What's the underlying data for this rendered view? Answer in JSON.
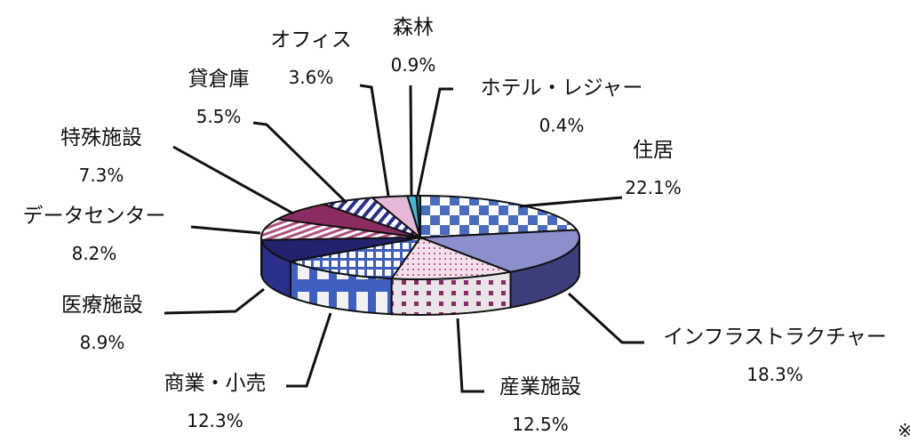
{
  "chart_data": {
    "type": "pie",
    "style": "3d",
    "title": "",
    "slices": [
      {
        "label": "住居",
        "value": 22.1,
        "display": "22.1%",
        "color": "#4a6cc0"
      },
      {
        "label": "インフラストラクチャー",
        "value": 18.3,
        "display": "18.3%",
        "color": "#8b8fcc"
      },
      {
        "label": "産業施設",
        "value": 12.5,
        "display": "12.5%",
        "color": "#a04070"
      },
      {
        "label": "商業・小売",
        "value": 12.3,
        "display": "12.3%",
        "color": "#3f5fc0"
      },
      {
        "label": "医療施設",
        "value": 8.9,
        "display": "8.9%",
        "color": "#22226e"
      },
      {
        "label": "データセンター",
        "value": 8.2,
        "display": "8.2%",
        "color": "#b05080"
      },
      {
        "label": "特殊施設",
        "value": 7.3,
        "display": "7.3%",
        "color": "#8a2c60"
      },
      {
        "label": "貸倉庫",
        "value": 5.5,
        "display": "5.5%",
        "color": "#2a2f8a"
      },
      {
        "label": "オフィス",
        "value": 3.6,
        "display": "3.6%",
        "color": "#e6b8d8"
      },
      {
        "label": "森林",
        "value": 0.9,
        "display": "0.9%",
        "color": "#40b8d8"
      },
      {
        "label": "ホテル・レジャー",
        "value": 0.4,
        "display": "0.4%",
        "color": "#2a7080"
      }
    ],
    "start": "top",
    "direction": "clockwise"
  },
  "note": "※"
}
